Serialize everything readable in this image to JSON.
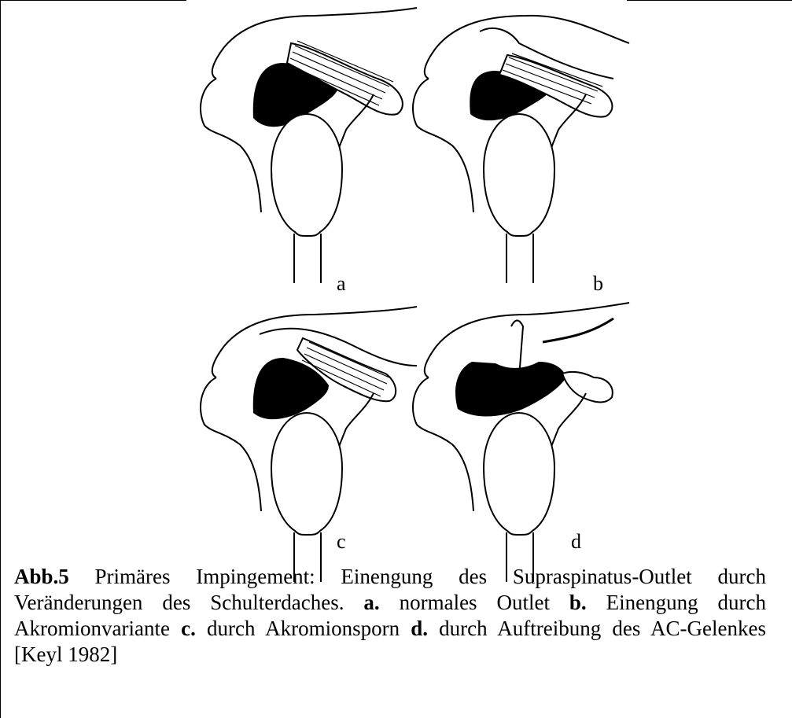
{
  "figure": {
    "panels": [
      {
        "id": "a",
        "label": "a",
        "variant": "normal outlet"
      },
      {
        "id": "b",
        "label": "b",
        "variant": "acromion variant"
      },
      {
        "id": "c",
        "label": "c",
        "variant": "acromion spur"
      },
      {
        "id": "d",
        "label": "d",
        "variant": "AC joint thickening"
      }
    ],
    "colors": {
      "ink": "#000000",
      "paper": "#ffffff"
    }
  },
  "caption": {
    "fig_number": "Abb.5",
    "t1": " Primäres Impingement: Einengung des Supraspinatus-Outlet durch Veränderungen des Schulterdaches. ",
    "a_bold": "a.",
    "a_text": " normales Outlet ",
    "b_bold": "b.",
    "b_text": " Einengung durch Akromionvariante ",
    "c_bold": "c.",
    "c_text": " durch Akromionsporn ",
    "d_bold": "d.",
    "d_text": " durch Auftreibung des AC-Gelenkes [Keyl 1982]"
  }
}
